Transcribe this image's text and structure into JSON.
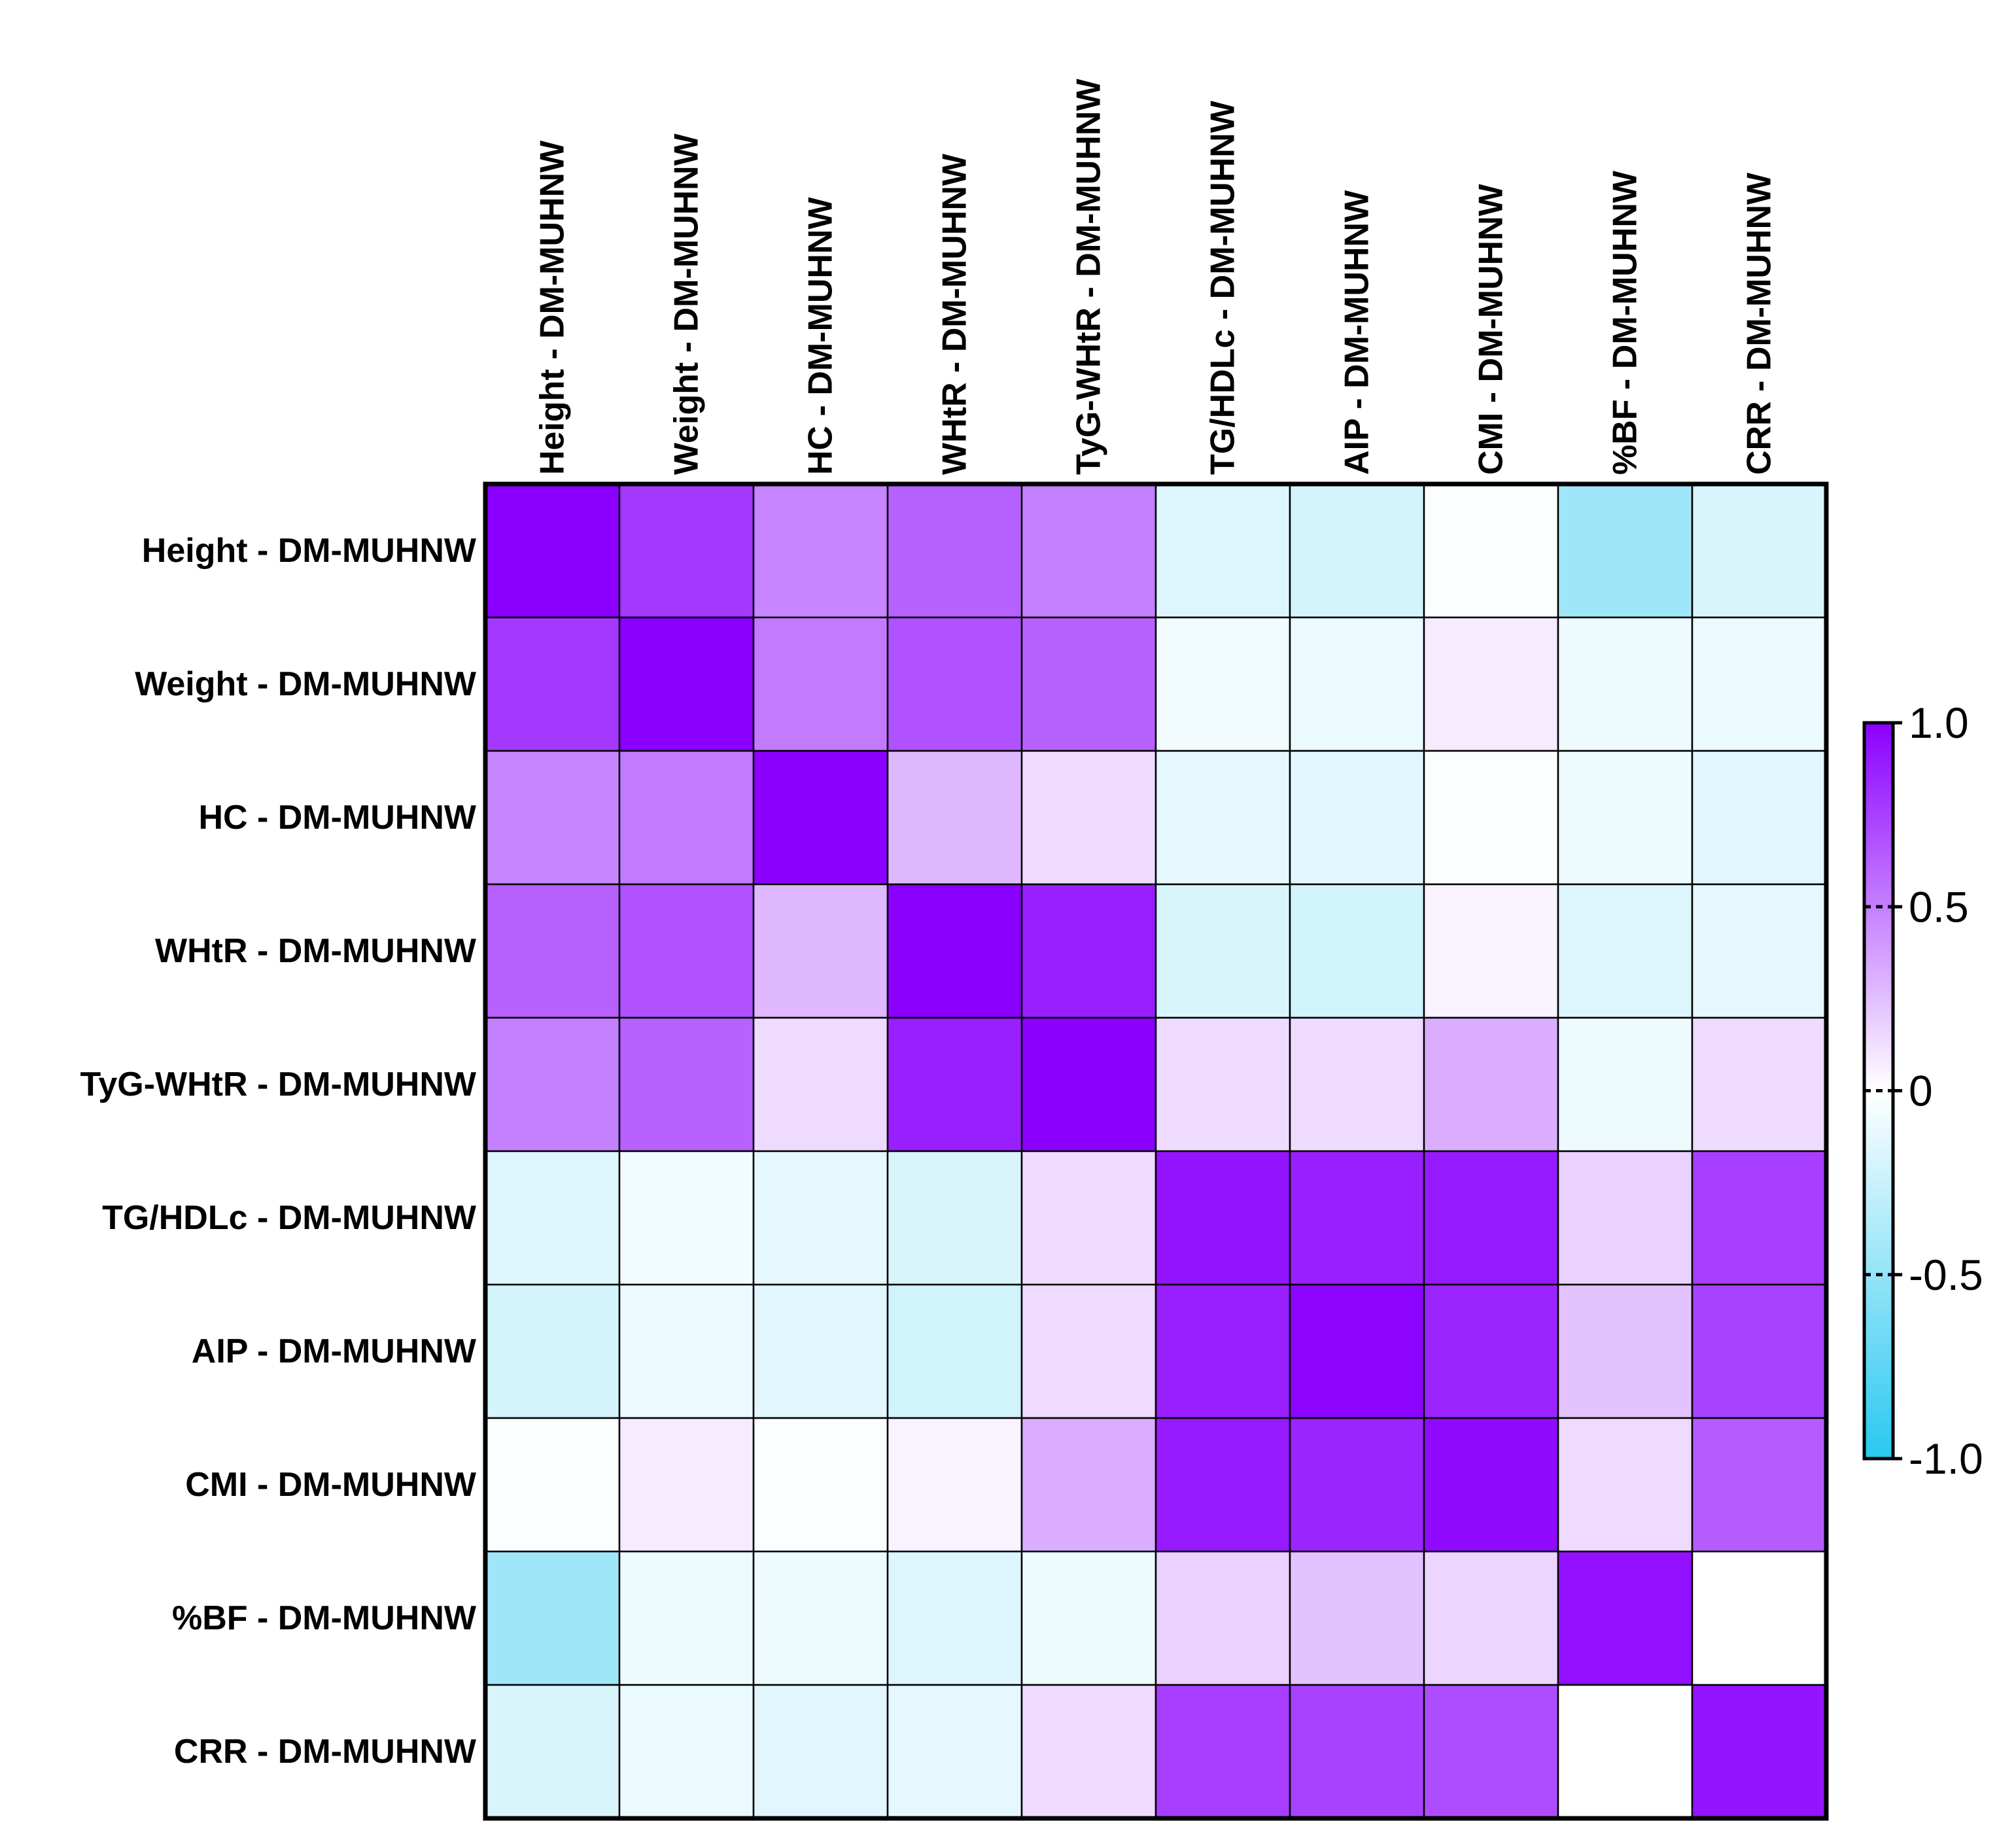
{
  "chart_data": {
    "type": "heatmap",
    "row_labels": [
      "Height - DM-MUHNW",
      "Weight - DM-MUHNW",
      "HC - DM-MUHNW",
      "WHtR - DM-MUHNW",
      "TyG-WHtR - DM-MUHNW",
      "TG/HDLc - DM-MUHNW",
      "AIP - DM-MUHNW",
      "CMI - DM-MUHNW",
      "%BF - DM-MUHNW",
      "CRR - DM-MUHNW"
    ],
    "column_labels": [
      "Height - DM-MUHNW",
      "Weight - DM-MUHNW",
      "HC - DM-MUHNW",
      "WHtR - DM-MUHNW",
      "TyG-WHtR - DM-MUHNW",
      "TG/HDLc - DM-MUHNW",
      "AIP - DM-MUHNW",
      "CMI - DM-MUHNW",
      "%BF - DM-MUHNW",
      "CRR - DM-MUHNW"
    ],
    "values": [
      [
        1.0,
        0.78,
        0.48,
        0.62,
        0.5,
        -0.16,
        -0.2,
        -0.02,
        -0.45,
        -0.18
      ],
      [
        0.78,
        1.0,
        0.52,
        0.68,
        0.62,
        -0.06,
        -0.1,
        0.08,
        -0.08,
        -0.1
      ],
      [
        0.48,
        0.52,
        1.0,
        0.28,
        0.14,
        -0.12,
        -0.14,
        -0.02,
        -0.08,
        -0.14
      ],
      [
        0.62,
        0.68,
        0.28,
        1.0,
        0.88,
        -0.18,
        -0.22,
        0.05,
        -0.16,
        -0.12
      ],
      [
        0.5,
        0.62,
        0.14,
        0.88,
        1.0,
        0.14,
        0.14,
        0.32,
        -0.08,
        0.14
      ],
      [
        -0.16,
        -0.06,
        -0.12,
        -0.18,
        0.14,
        0.92,
        0.88,
        0.9,
        0.18,
        0.76
      ],
      [
        -0.2,
        -0.1,
        -0.14,
        -0.22,
        0.14,
        0.88,
        0.98,
        0.86,
        0.24,
        0.74
      ],
      [
        -0.02,
        0.08,
        -0.02,
        0.05,
        0.32,
        0.9,
        0.86,
        0.96,
        0.14,
        0.64
      ],
      [
        -0.45,
        -0.08,
        -0.08,
        -0.16,
        -0.08,
        0.18,
        0.24,
        0.16,
        0.94,
        0.0
      ],
      [
        -0.18,
        -0.1,
        -0.14,
        -0.12,
        0.14,
        0.76,
        0.74,
        0.7,
        0.0,
        0.92
      ]
    ],
    "color_scale": {
      "min": -1.0,
      "max": 1.0,
      "min_color": "#29c8f0",
      "mid_color": "#ffffff",
      "max_color": "#8b00ff",
      "tick_values": [
        1.0,
        0.5,
        0,
        -0.5,
        -1.0
      ],
      "tick_labels": [
        "1.0",
        "0.5",
        "0",
        "-0.5",
        "-1.0"
      ]
    },
    "grid": true,
    "colorbar_position": "right"
  }
}
